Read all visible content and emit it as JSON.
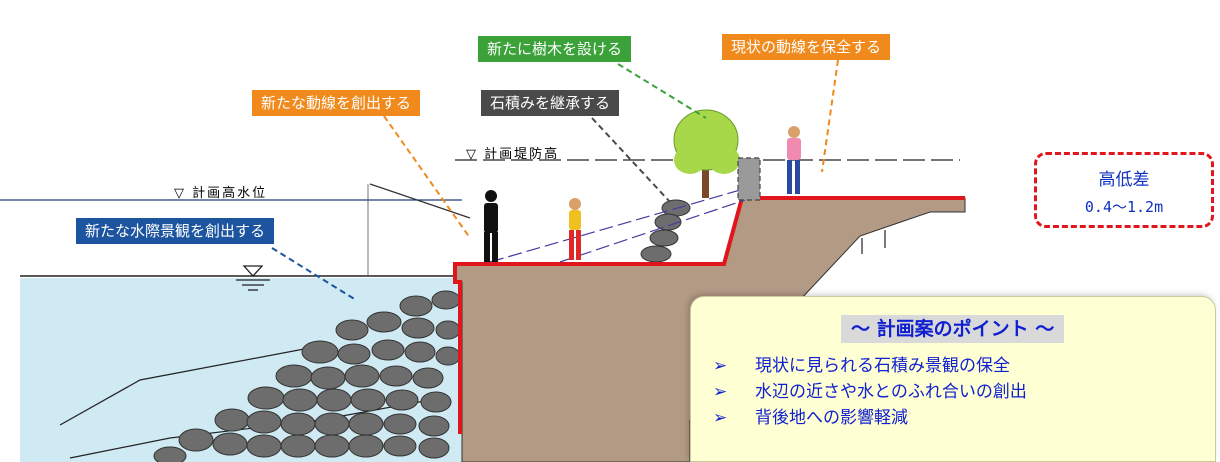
{
  "labels": {
    "new_trees": "新たに樹木を設ける",
    "preserve_path": "現状の動線を保全する",
    "create_path": "新たな動線を創出する",
    "inherit_stones": "石積みを継承する",
    "waterside": "新たな水際景観を創出する"
  },
  "levels": {
    "embankment": "▽ 計画堤防高",
    "high_water": "▽ 計画高水位"
  },
  "height_diff": {
    "title": "高低差",
    "value": "0.4～1.2m"
  },
  "points": {
    "title": "～ 計画案のポイント ～",
    "items": [
      "現状に見られる石積み景観の保全",
      "水辺の近さや水とのふれ合いの創出",
      "背後地への影響軽減"
    ]
  },
  "colors": {
    "green": "#3aa238",
    "orange": "#f08a1c",
    "dark": "#4a4a4a",
    "blue": "#1c54a0",
    "red": "#e0161c",
    "water": "#cfeaf2",
    "ground": "#b29a85"
  }
}
